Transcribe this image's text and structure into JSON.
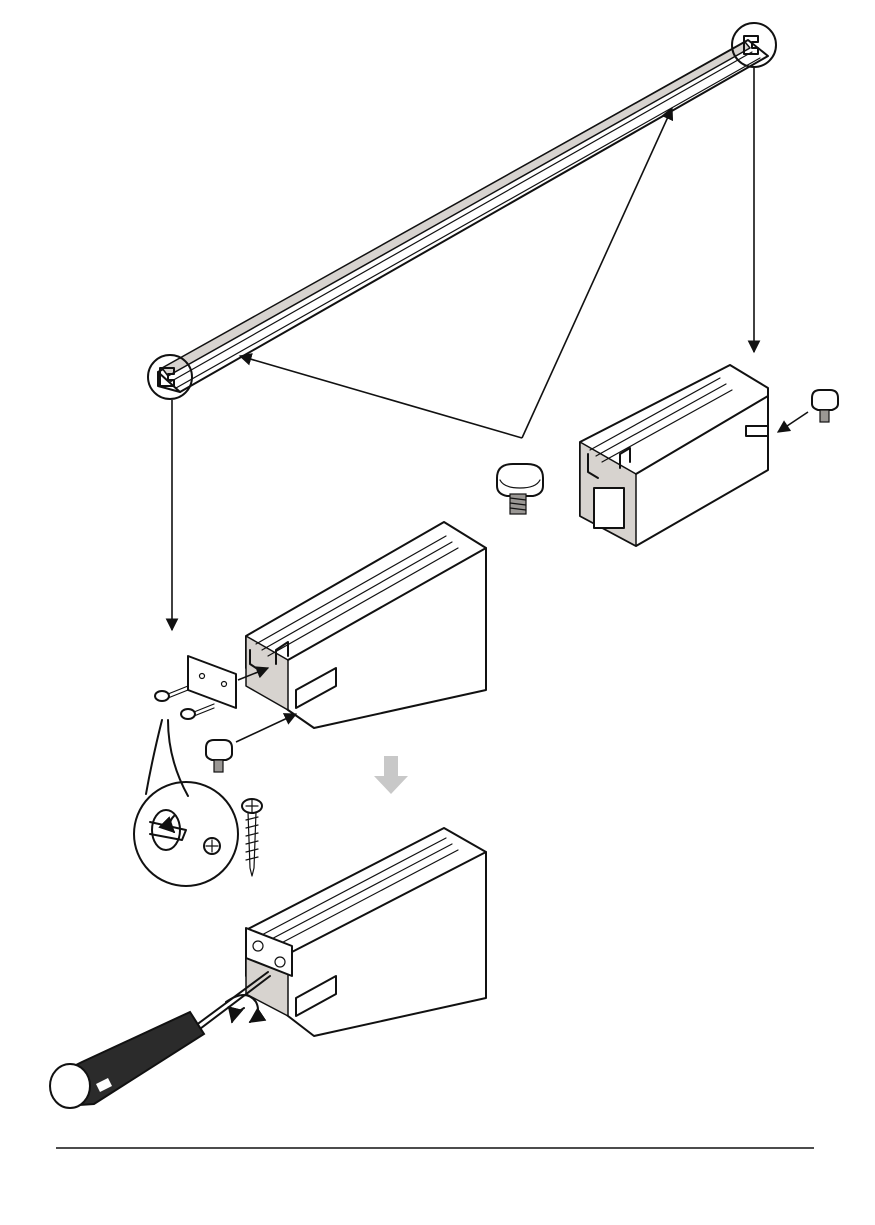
{
  "figure": {
    "kind": "assembly-instructions",
    "parts": [
      "long-rail",
      "rail-section",
      "t-bolt",
      "end-plate",
      "screw",
      "screwdriver"
    ],
    "colors": {
      "line": "#111111",
      "panel": "#d7d3cf",
      "down_arrow": "#c8c8c8",
      "handle": "#2b2b2b"
    }
  }
}
